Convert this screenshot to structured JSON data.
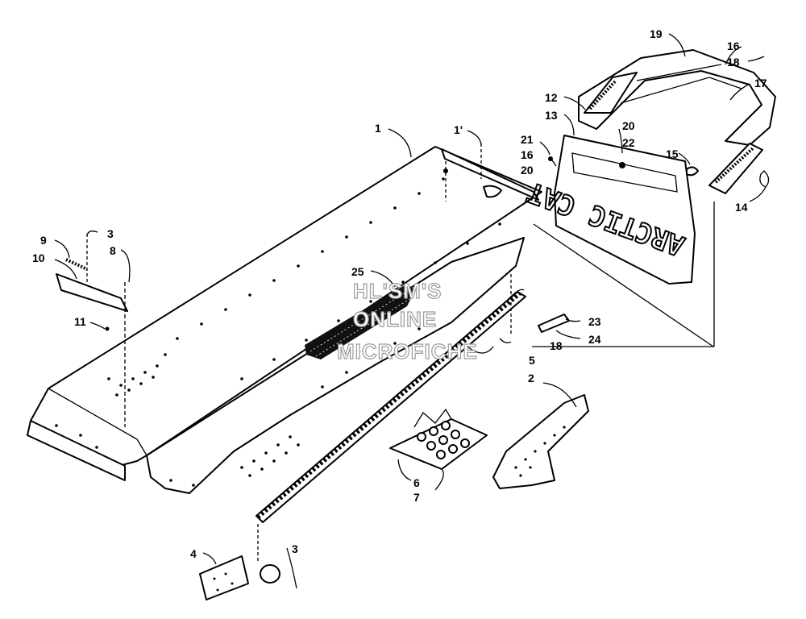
{
  "diagram": {
    "brand_text": "ARCTIC CAT",
    "watermark": [
      "HL'SM'S",
      "ONLINE",
      "MICROFICHE"
    ],
    "callouts": [
      {
        "id": "c1",
        "text": "1"
      },
      {
        "id": "c1b",
        "text": "1'"
      },
      {
        "id": "c2",
        "text": "2"
      },
      {
        "id": "c3a",
        "text": "3"
      },
      {
        "id": "c3b",
        "text": "3"
      },
      {
        "id": "c4",
        "text": "4"
      },
      {
        "id": "c5",
        "text": "5"
      },
      {
        "id": "c6",
        "text": "6"
      },
      {
        "id": "c7",
        "text": "7"
      },
      {
        "id": "c8",
        "text": "8"
      },
      {
        "id": "c9",
        "text": "9"
      },
      {
        "id": "c10",
        "text": "10"
      },
      {
        "id": "c11",
        "text": "11"
      },
      {
        "id": "c12",
        "text": "12"
      },
      {
        "id": "c13",
        "text": "13"
      },
      {
        "id": "c14",
        "text": "14"
      },
      {
        "id": "c15",
        "text": "15"
      },
      {
        "id": "c16",
        "text": "16"
      },
      {
        "id": "c16b",
        "text": "16"
      },
      {
        "id": "c17",
        "text": "17"
      },
      {
        "id": "c18a",
        "text": "18"
      },
      {
        "id": "c18b",
        "text": "18"
      },
      {
        "id": "c19",
        "text": "19"
      },
      {
        "id": "c20a",
        "text": "20"
      },
      {
        "id": "c20b",
        "text": "20"
      },
      {
        "id": "c21",
        "text": "21"
      },
      {
        "id": "c22",
        "text": "22"
      },
      {
        "id": "c23",
        "text": "23"
      },
      {
        "id": "c24",
        "text": "24"
      },
      {
        "id": "c25",
        "text": "25"
      }
    ]
  }
}
